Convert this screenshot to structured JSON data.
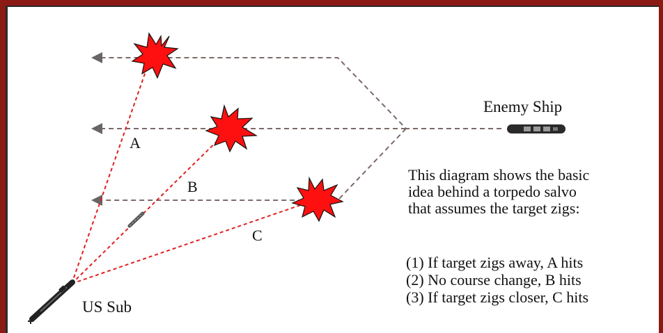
{
  "labels": {
    "enemy_ship": "Enemy Ship",
    "us_sub": "US Sub",
    "track_a": "A",
    "track_b": "B",
    "track_c": "C"
  },
  "description_lines": [
    "This diagram shows the basic",
    "idea behind a torpedo salvo",
    "that assumes the target zigs:"
  ],
  "cases": [
    "(1) If target zigs away, A hits",
    "(2) No course change, B hits",
    "(3) If target zigs closer, C hits"
  ],
  "colors": {
    "frame": "#8b1a14",
    "course_line": "#7a6a68",
    "torpedo_track": "#e02020",
    "explosion": "#ff1010"
  }
}
